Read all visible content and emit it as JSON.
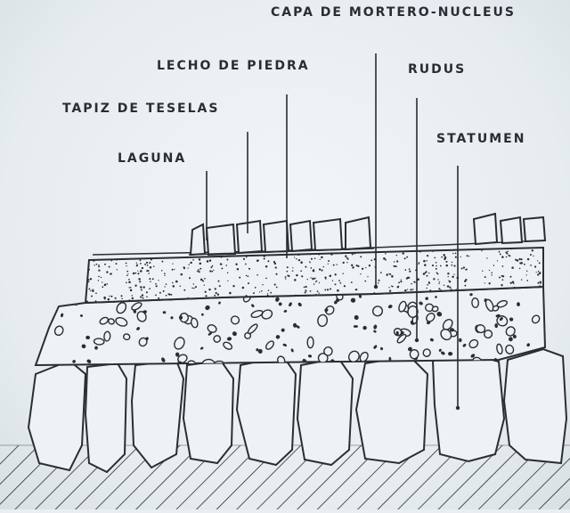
{
  "labels": {
    "capa": "CAPA DE MORTERO-NUCLEUS",
    "lecho": "LECHO DE PIEDRA",
    "rudus": "RUDUS",
    "tapiz": "TAPIZ DE TESELAS",
    "statumen": "STATUMEN",
    "laguna": "LAGUNA"
  },
  "colors": {
    "ink": "#2a2d33",
    "paper": "#eef2f4"
  }
}
